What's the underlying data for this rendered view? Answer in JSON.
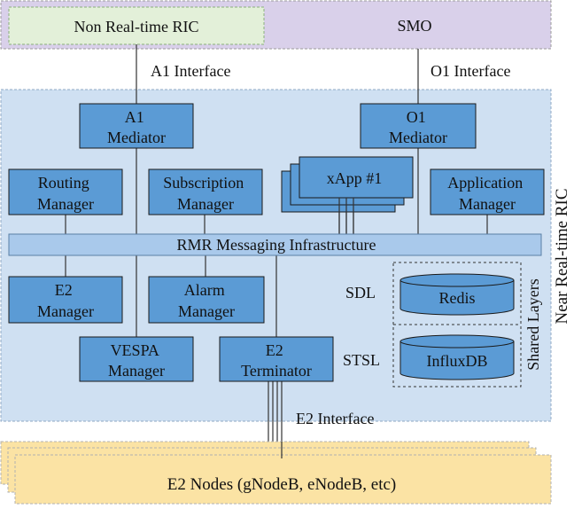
{
  "smo": {
    "label": "SMO"
  },
  "non_rt_ric": {
    "label": "Non Real-time RIC"
  },
  "interfaces": {
    "a1": "A1 Interface",
    "o1": "O1 Interface",
    "e2": "E2 Interface"
  },
  "near_rt_ric": {
    "label": "Near Real-time RIC"
  },
  "components": {
    "a1_mediator": [
      "A1",
      "Mediator"
    ],
    "o1_mediator": [
      "O1",
      "Mediator"
    ],
    "routing_manager": [
      "Routing",
      "Manager"
    ],
    "subscription_manager": [
      "Subscription",
      "Manager"
    ],
    "xapp": "xApp #1",
    "application_manager": [
      "Application",
      "Manager"
    ],
    "rmr": "RMR Messaging Infrastructure",
    "e2_manager": [
      "E2",
      "Manager"
    ],
    "alarm_manager": [
      "Alarm",
      "Manager"
    ],
    "vespa_manager": [
      "VESPA",
      "Manager"
    ],
    "e2_terminator": [
      "E2",
      "Terminator"
    ]
  },
  "shared_layers": {
    "label": "Shared Layers",
    "sdl_label": "SDL",
    "stsl_label": "STSL",
    "redis": "Redis",
    "influxdb": "InfluxDB"
  },
  "e2_nodes": {
    "label": "E2 Nodes (gNodeB, eNodeB, etc)"
  },
  "colors": {
    "smo_bg": "#d9d0ea",
    "non_rt_bg": "#e3f0d9",
    "near_rt_bg": "#cfe0f2",
    "component": "#5b9bd5",
    "rmr_bar": "#a9c9eb",
    "e2_nodes_bg": "#fbe3a4"
  }
}
